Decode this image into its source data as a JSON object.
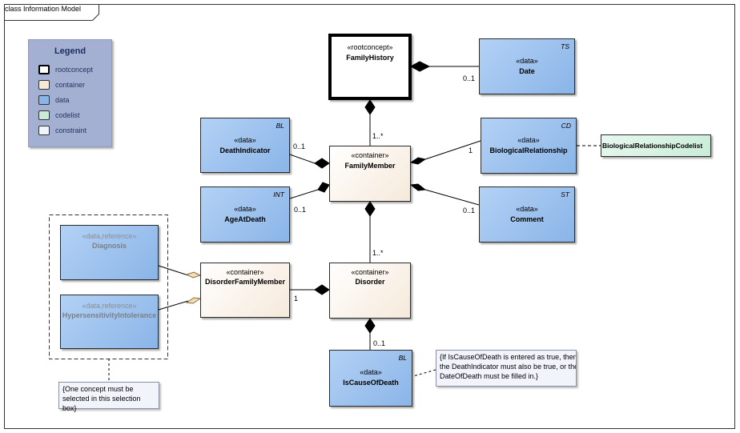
{
  "diagram_title": "class Information Model",
  "legend": {
    "title": "Legend",
    "items": [
      {
        "label": "rootconcept",
        "color": "#ffffff",
        "border": "#000000"
      },
      {
        "label": "container",
        "color": "#f6e9da",
        "border": "#333333"
      },
      {
        "label": "data",
        "color": "#8ab5e8",
        "border": "#333333"
      },
      {
        "label": "codelist",
        "color": "#c9ecd8",
        "border": "#333333"
      },
      {
        "label": "constraint",
        "color": "#f2f4fb",
        "border": "#333333"
      }
    ]
  },
  "classes": {
    "family_history": {
      "stereotype": "«rootconcept»",
      "name": "FamilyHistory"
    },
    "date": {
      "stereotype": "«data»",
      "name": "Date",
      "tag": "TS"
    },
    "death_indicator": {
      "stereotype": "«data»",
      "name": "DeathIndicator",
      "tag": "BL"
    },
    "family_member": {
      "stereotype": "«container»",
      "name": "FamilyMember"
    },
    "biological_relationship": {
      "stereotype": "«data»",
      "name": "BiologicalRelationship",
      "tag": "CD"
    },
    "biological_relationship_codelist": {
      "name": "BiologicalRelationshipCodelist"
    },
    "age_at_death": {
      "stereotype": "«data»",
      "name": "AgeAtDeath",
      "tag": "INT"
    },
    "comment": {
      "stereotype": "«data»",
      "name": "Comment",
      "tag": "ST"
    },
    "diagnosis": {
      "stereotype": "«data,reference»",
      "name": "Diagnosis"
    },
    "hypersensitivity": {
      "stereotype": "«data,reference»",
      "name": "HypersensitivityIntolerance"
    },
    "disorder_family_member": {
      "stereotype": "«container»",
      "name": "DisorderFamilyMember"
    },
    "disorder": {
      "stereotype": "«container»",
      "name": "Disorder"
    },
    "is_cause_of_death": {
      "stereotype": "«data»",
      "name": "IsCauseOfDeath",
      "tag": "BL"
    }
  },
  "multiplicities": {
    "date": "0..1",
    "family_member": "1..*",
    "death_indicator": "0..1",
    "biological_relationship": "1",
    "age_at_death": "0..1",
    "comment": "0..1",
    "disorder": "1..*",
    "disorder_family_member": "1",
    "is_cause_of_death": "0..1"
  },
  "notes": {
    "selection": [
      "{One concept must be",
      "selected in this selection box}"
    ],
    "cause_of_death": [
      "{If IsCauseOfDeath is entered as true, then",
      "the DeathIndicator must also be true, or the",
      "DateOfDeath must be filled in.}"
    ]
  },
  "colors": {
    "data": "#8ab5e8",
    "container": "#f6e9da",
    "codelist": "#c9ecd8",
    "legend_bg": "#a4b0d2",
    "note_bg": "#f2f4fb"
  }
}
